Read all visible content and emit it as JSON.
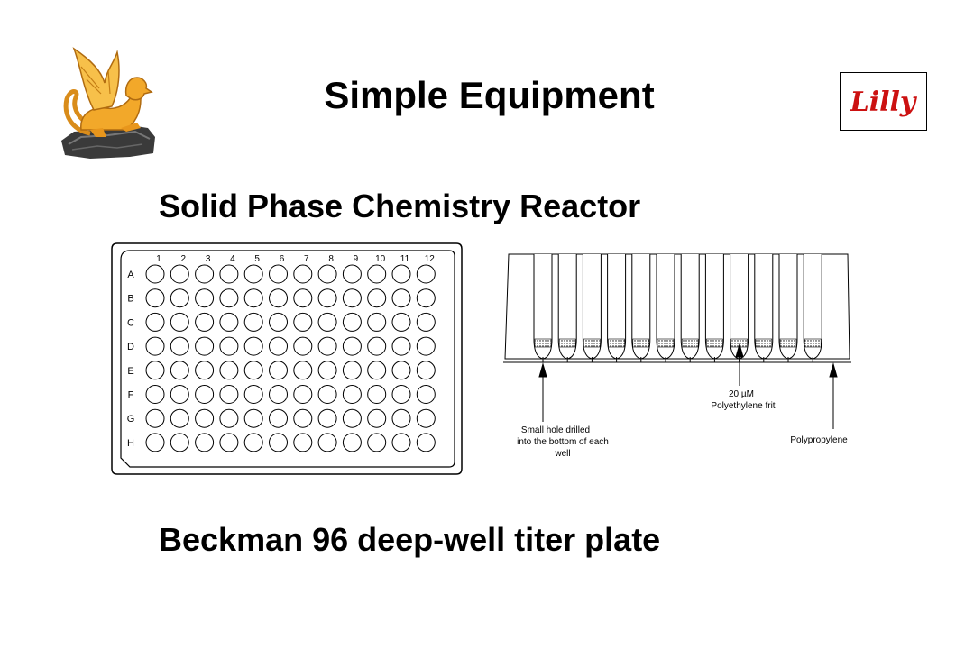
{
  "title": "Simple Equipment",
  "subtitle": "Solid Phase Chemistry Reactor",
  "caption": "Beckman 96 deep-well titer plate",
  "logo": {
    "text": "Lilly",
    "color": "#cc1111"
  },
  "plate": {
    "columns": [
      "1",
      "2",
      "3",
      "4",
      "5",
      "6",
      "7",
      "8",
      "9",
      "10",
      "11",
      "12"
    ],
    "rows": [
      "A",
      "B",
      "C",
      "D",
      "E",
      "F",
      "G",
      "H"
    ]
  },
  "cross_section": {
    "well_count": 12,
    "labels": {
      "hole_line1": "Small hole drilled",
      "hole_line2": "into the bottom of each",
      "hole_line3": "well",
      "frit_line1": "20 µM",
      "frit_line2": "Polyethylene frit",
      "material": "Polypropylene"
    }
  }
}
